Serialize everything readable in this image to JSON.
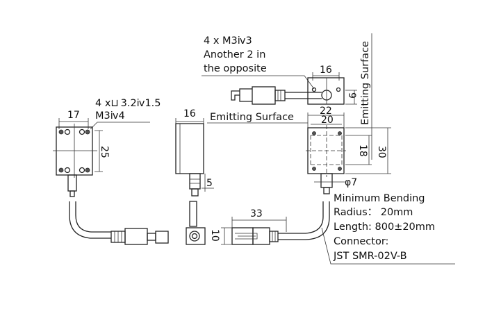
{
  "front_view": {
    "note_line1": "4 x⊔ 3.2ⅳ​1.5",
    "note_line2": "M3ⅳ​4",
    "width_dim": "17",
    "height_dim": "25"
  },
  "side_view": {
    "width_dim": "16",
    "connector_dim": "5"
  },
  "top_view": {
    "note_line1": "4 x M3ⅳ​3",
    "note_line2": "Another 2 in",
    "note_line3": "the opposite",
    "width_dim": "16",
    "height_dim": "9",
    "emitting_surface_vertical": "Emitting Surface"
  },
  "right_front_view": {
    "emitting_surface_label": "Emitting Surface",
    "outer_width_dim": "22",
    "inner_width_dim": "20",
    "inner_height_dim": "18",
    "outer_height_dim": "30",
    "cable_diameter_dim": "φ7"
  },
  "connector_view": {
    "length_dim": "33",
    "height_dim": "10"
  },
  "cable_spec": {
    "line1": "Minimum Bending",
    "line2": "Radius： 20mm",
    "line3": "Length: 800±20mm",
    "line4": "Connector:",
    "line5": "JST SMR-02V-B"
  }
}
